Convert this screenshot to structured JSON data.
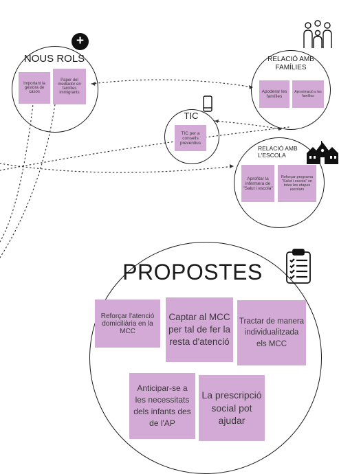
{
  "groups": {
    "nous_rols": {
      "title": "NOUS ROLS",
      "notes": [
        "Important la gestora de casos",
        "Paper del mediador en famílies immigrants"
      ]
    },
    "relacio_families": {
      "title": "RELACIÓ AMB FAMÍLIES",
      "notes": [
        "Apoderar les famílies",
        "Aproximació a les famílies"
      ]
    },
    "tic": {
      "title": "TIC",
      "notes": [
        "TIC per a consells preventius"
      ]
    },
    "relacio_escola": {
      "title": "RELACIÓ AMB L'ESCOLA",
      "notes": [
        "Aprofitar la infermera de \"Salut i escola\"",
        "Reforçar programa \"Salut i escola\" en totes les etapes escolars"
      ]
    },
    "propostes": {
      "title": "PROPOSTES",
      "notes": [
        "Reforçar l'atenció domiciliària en la MCC",
        "Captar al MCC per tal de fer la resta d'atenció",
        "Tractar de manera individualitzada els MCC",
        "Anticipar-se a les necessitats dels infants des de l'AP",
        "La prescripció social pot ajudar"
      ]
    }
  },
  "icons": [
    "plus-icon",
    "family-icon",
    "smartphone-icon",
    "school-icon",
    "clipboard-checklist-icon"
  ],
  "colors": {
    "sticky_note": "#d3a9d6",
    "outline": "#1a1a1a",
    "background": "#ffffff"
  }
}
